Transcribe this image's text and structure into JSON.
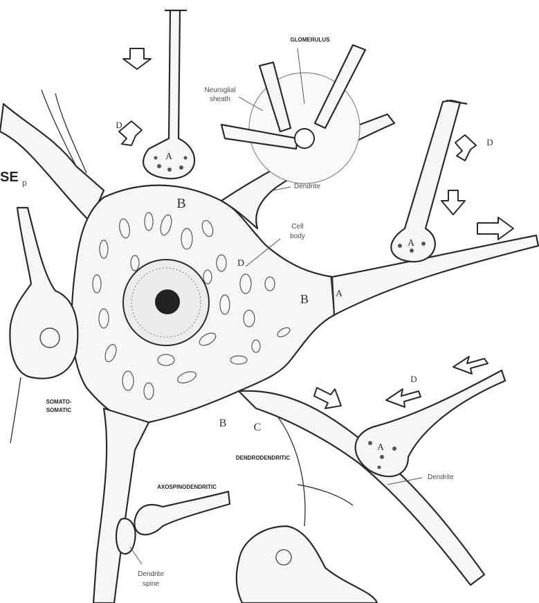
{
  "labels": {
    "glomerulus": "GLOMERULUS",
    "neuroglial_sheath_1": "Neuroglial",
    "neuroglial_sheath_2": "sheath",
    "dendrite_top": "Dendrite",
    "cell_body_1": "Cell",
    "cell_body_2": "body",
    "somato_1": "SOMATO-",
    "somato_2": "SOMATIC",
    "dendrodendritic": "DENDRODENDRITIC",
    "axospinodendritic": "AXOSPINODENDRITIC",
    "dendrite_right": "Dendrite",
    "dendrite_spine_1": "Dendrite",
    "dendrite_spine_2": "spine",
    "corner_fragment": "SE",
    "corner_fragment_sub": "p"
  },
  "letters": {
    "A_top": "A",
    "A_right_top": "A",
    "A_right_bottom": "A",
    "A_axon": "A",
    "B_top": "B",
    "B_right": "B",
    "B_bottom": "B",
    "C_bottom": "C",
    "D_top_left": "D",
    "D_top_right": "D",
    "D_middle": "D",
    "D_bottom_right": "D"
  },
  "colors": {
    "stroke": "#2a2a2a",
    "fill": "#f6f6f6",
    "text": "#4a4a4a"
  }
}
